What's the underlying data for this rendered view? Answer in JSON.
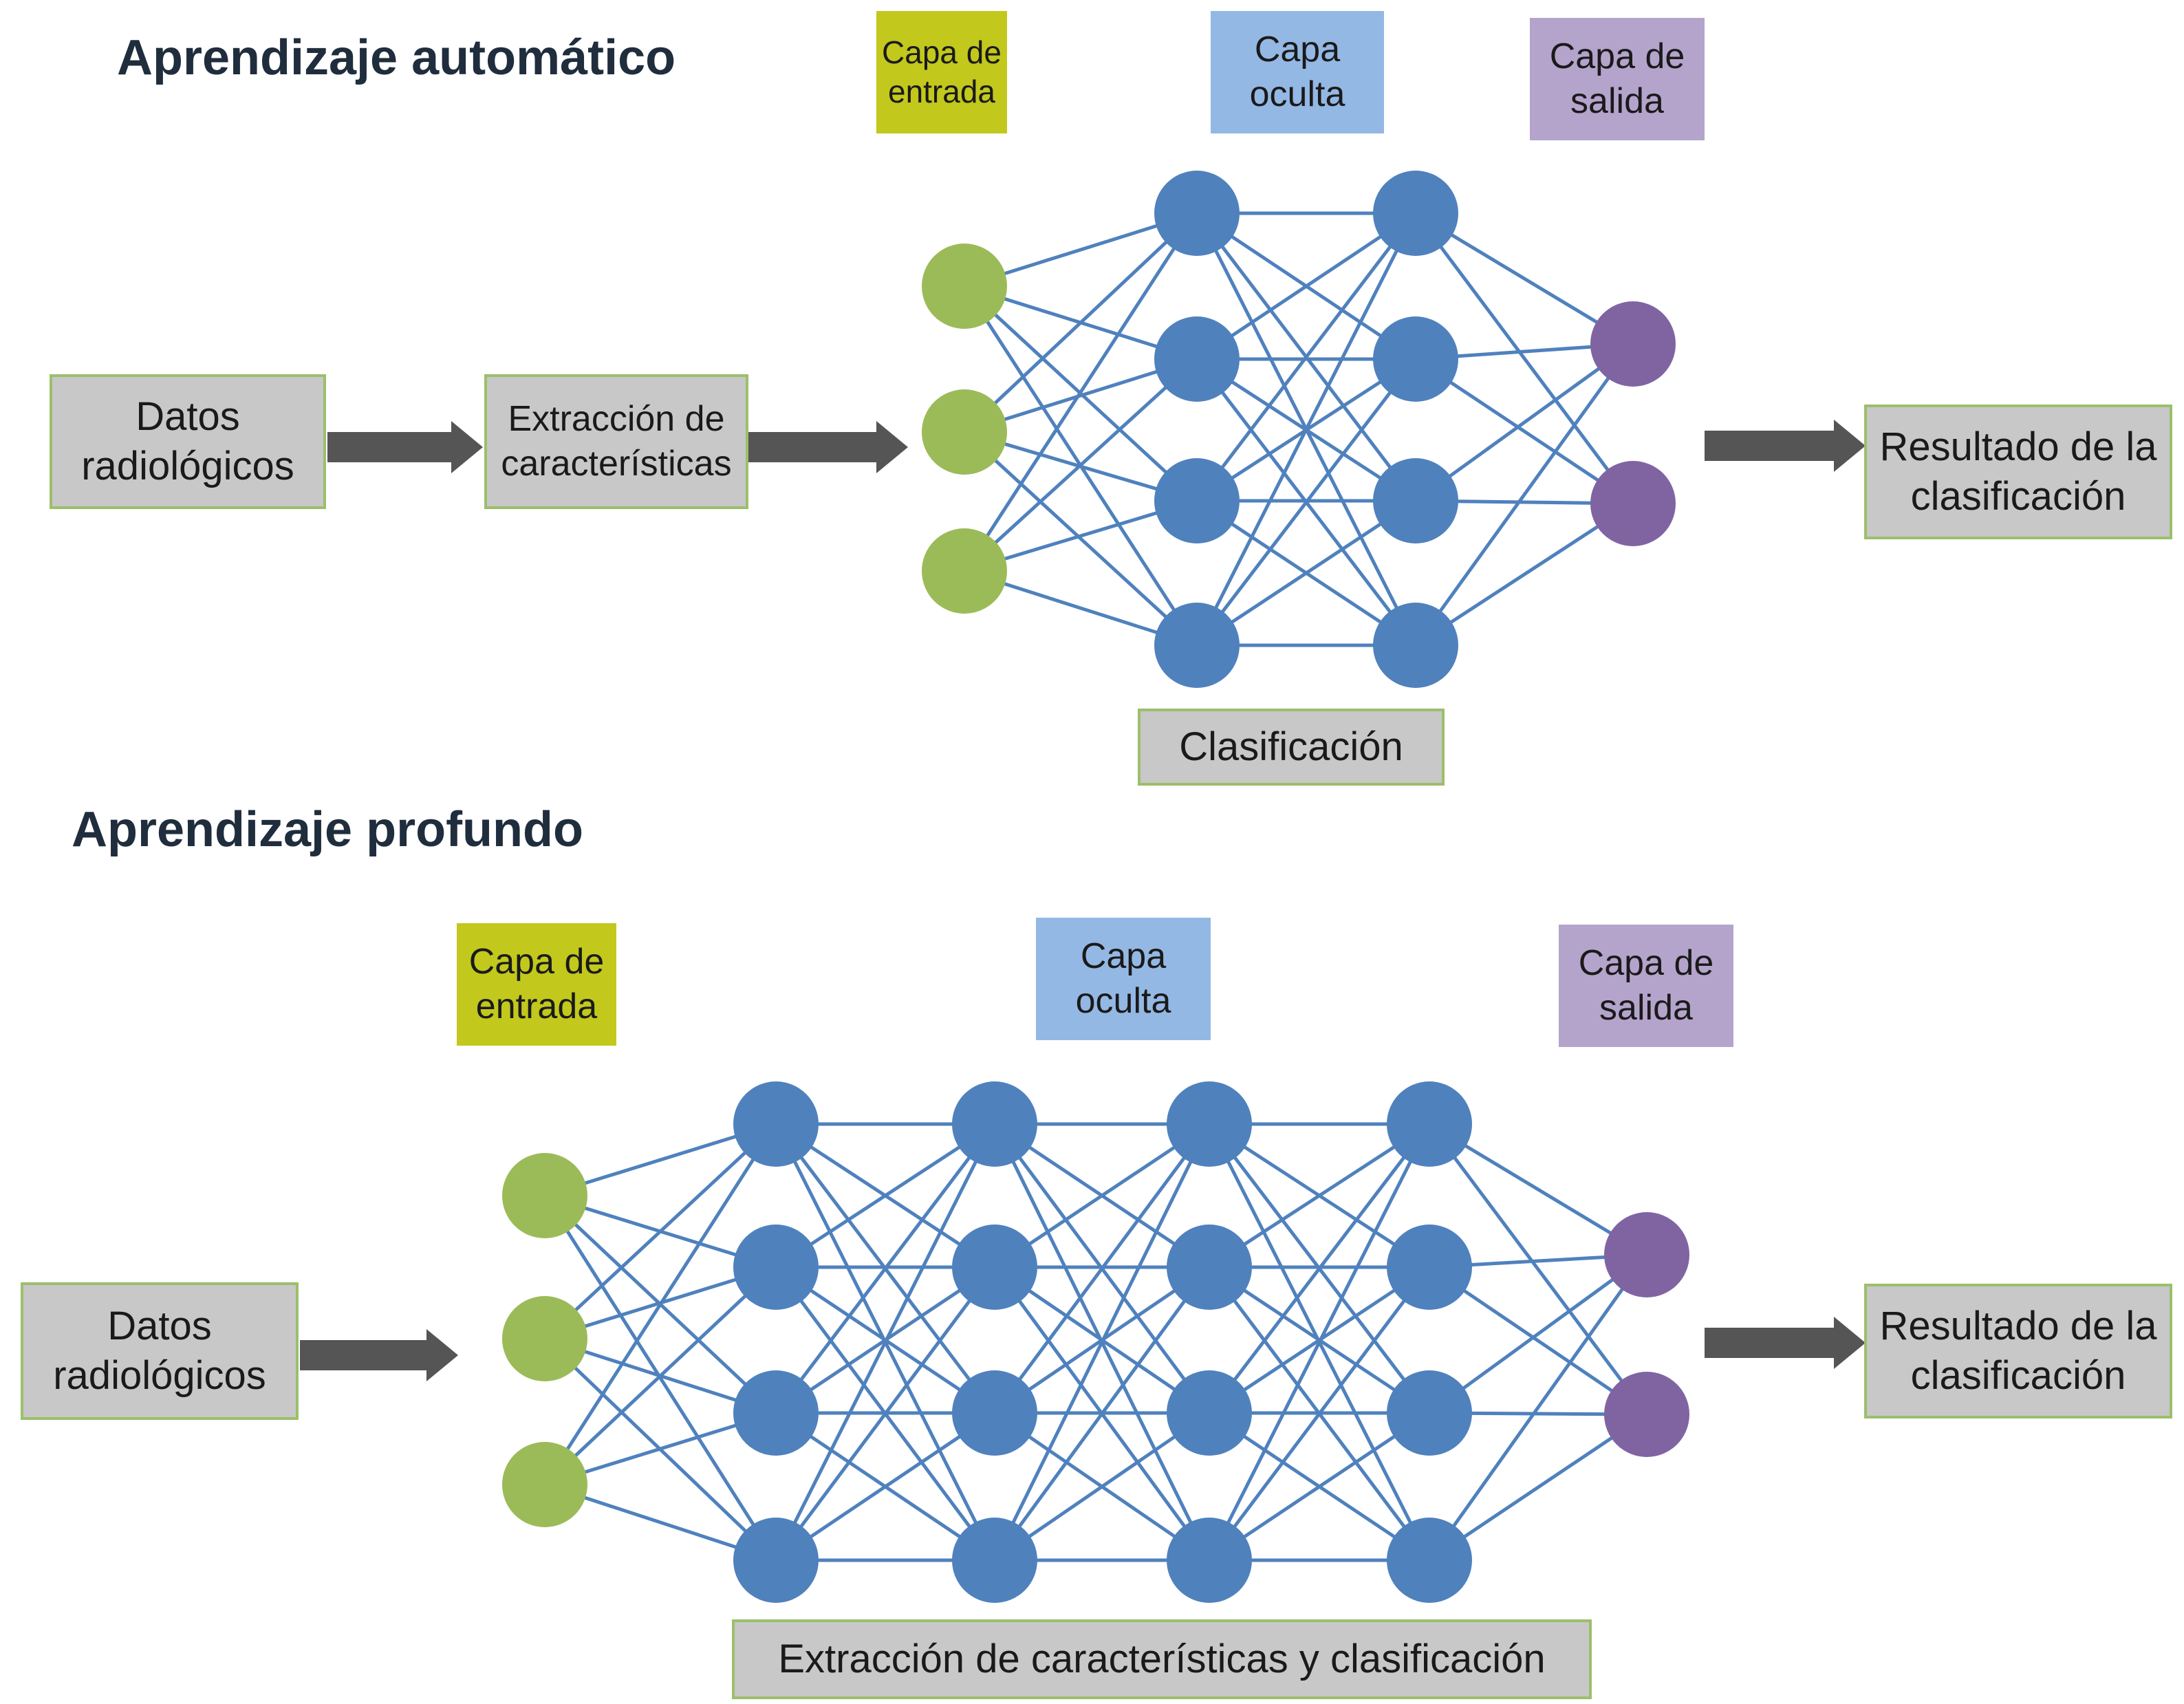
{
  "sections": [
    {
      "title": "Aprendizaje automático",
      "source_label": "Datos\nradiológicos",
      "extraction_label": "Extracción de\ncaracterísticas",
      "input_layer_label": "Capa de\nentrada",
      "hidden_layer_label": "Capa\noculta",
      "output_layer_label": "Capa de\nsalida",
      "result_label": "Resultado de la\nclasificación",
      "stage_label": "Clasificación",
      "network": {
        "input_nodes": 3,
        "hidden_layers": 2,
        "hidden_nodes": 4,
        "output_nodes": 2
      }
    },
    {
      "title": "Aprendizaje profundo",
      "source_label": "Datos\nradiológicos",
      "input_layer_label": "Capa de\nentrada",
      "hidden_layer_label": "Capa\noculta",
      "output_layer_label": "Capa de\nsalida",
      "result_label": "Resultado de la\nclasificación",
      "stage_label": "Extracción de características y clasificación",
      "network": {
        "input_nodes": 3,
        "hidden_layers": 4,
        "hidden_nodes": 4,
        "output_nodes": 2
      }
    }
  ],
  "colors": {
    "input_node": "#9bbb59",
    "hidden_node": "#4f81bd",
    "output_node": "#8064a2",
    "connection": "#4f81bd",
    "arrow": "#555555",
    "box_fill": "#c8c8c8",
    "box_border": "#9cbf6b",
    "input_label_fill": "#c2c81c",
    "hidden_label_fill": "#94b8e4",
    "output_label_fill": "#b4a4cc"
  }
}
